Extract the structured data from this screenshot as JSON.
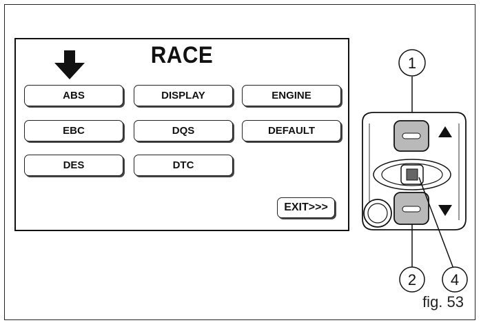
{
  "screen": {
    "title": "RACE",
    "buttons": [
      {
        "label": "ABS"
      },
      {
        "label": "DISPLAY"
      },
      {
        "label": "ENGINE"
      },
      {
        "label": "EBC"
      },
      {
        "label": "DQS"
      },
      {
        "label": "DEFAULT"
      },
      {
        "label": "DES"
      },
      {
        "label": "DTC"
      }
    ],
    "exit_label": "EXIT>>>",
    "indicator_icon": "arrow-down-icon"
  },
  "switch": {
    "callouts": [
      "1",
      "2",
      "4"
    ],
    "icons": [
      "triangle-up-icon",
      "triangle-down-icon"
    ]
  },
  "figure": {
    "caption": "fig. 53"
  }
}
